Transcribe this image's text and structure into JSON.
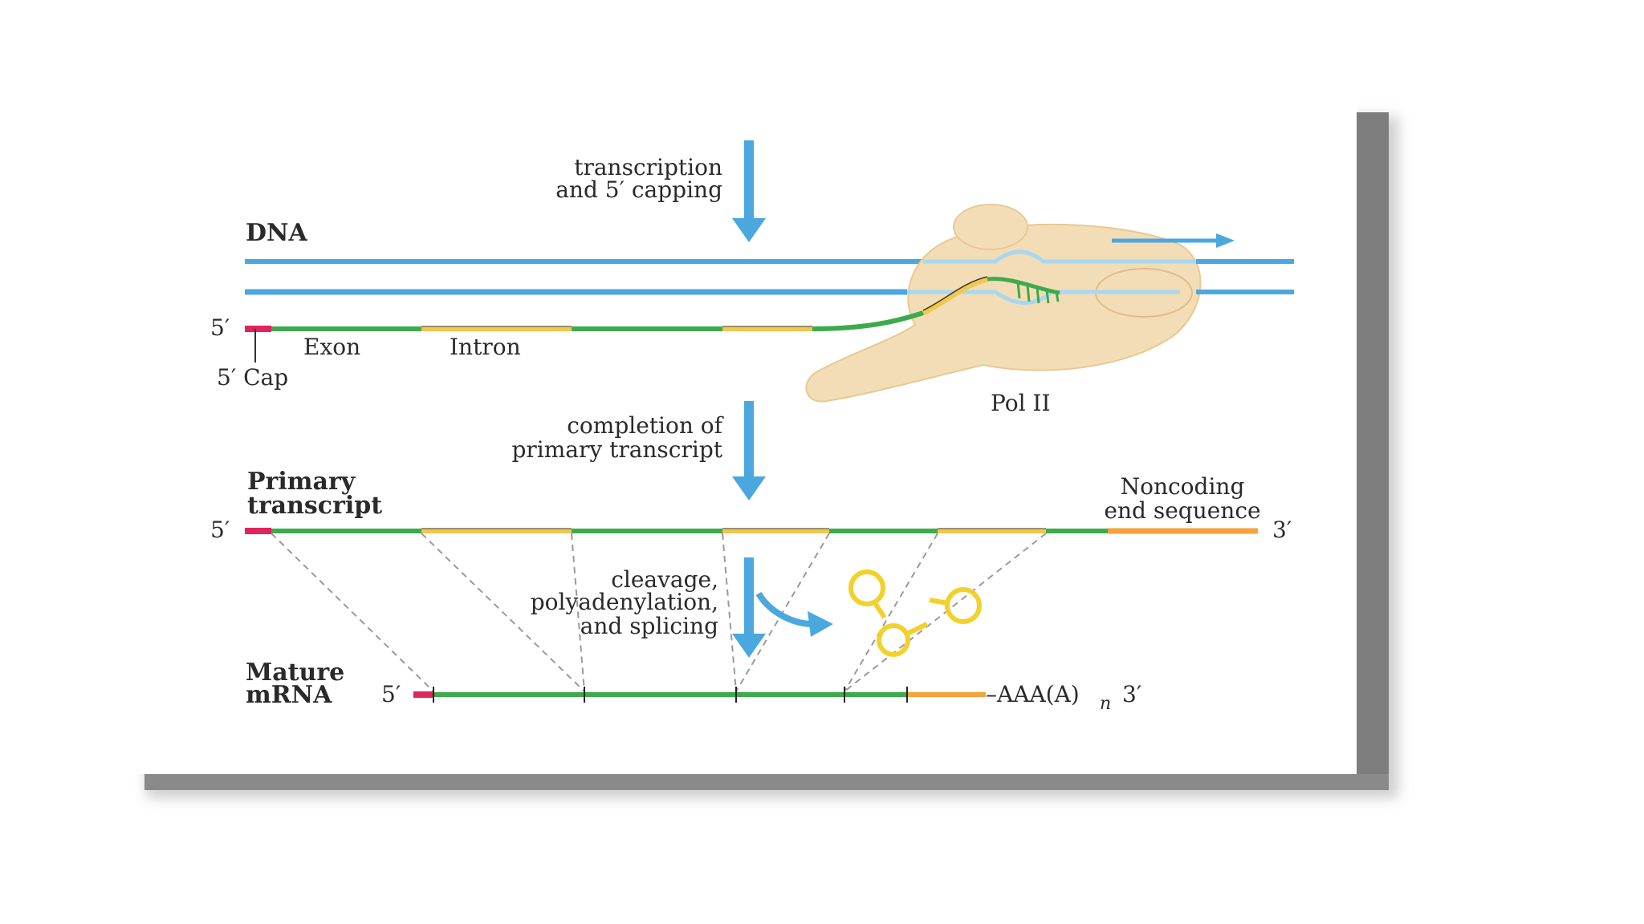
{
  "labels": {
    "step1_line1": "transcription",
    "step1_line2": "and 5′ capping",
    "dna": "DNA",
    "five_prime_dna": "5′",
    "exon": "Exon",
    "intron": "Intron",
    "five_prime_cap": "5′ Cap",
    "pol_ii": "Pol II",
    "step2_line1": "completion of",
    "step2_line2": "primary transcript",
    "primary_line1": "Primary",
    "primary_line2": "transcript",
    "five_prime_primary": "5′",
    "three_prime_primary": "3′",
    "noncoding_line1": "Noncoding",
    "noncoding_line2": "end sequence",
    "step3_line1": "cleavage,",
    "step3_line2": "polyadenylation,",
    "step3_line3": "and splicing",
    "mature_line1": "Mature",
    "mature_line2": "mRNA",
    "five_prime_mature": "5′",
    "poly_a": "–AAA(A)",
    "poly_a_sub": "n",
    "three_prime_mature": "3′"
  },
  "colors": {
    "dna": "#4aa8de",
    "exon": "#3daa4d",
    "intron": "#f2c84b",
    "cap": "#e0245e",
    "noncoding": "#f4a23c",
    "pol_ii": "#f3ddb6",
    "arrow": "#4aa8de"
  }
}
